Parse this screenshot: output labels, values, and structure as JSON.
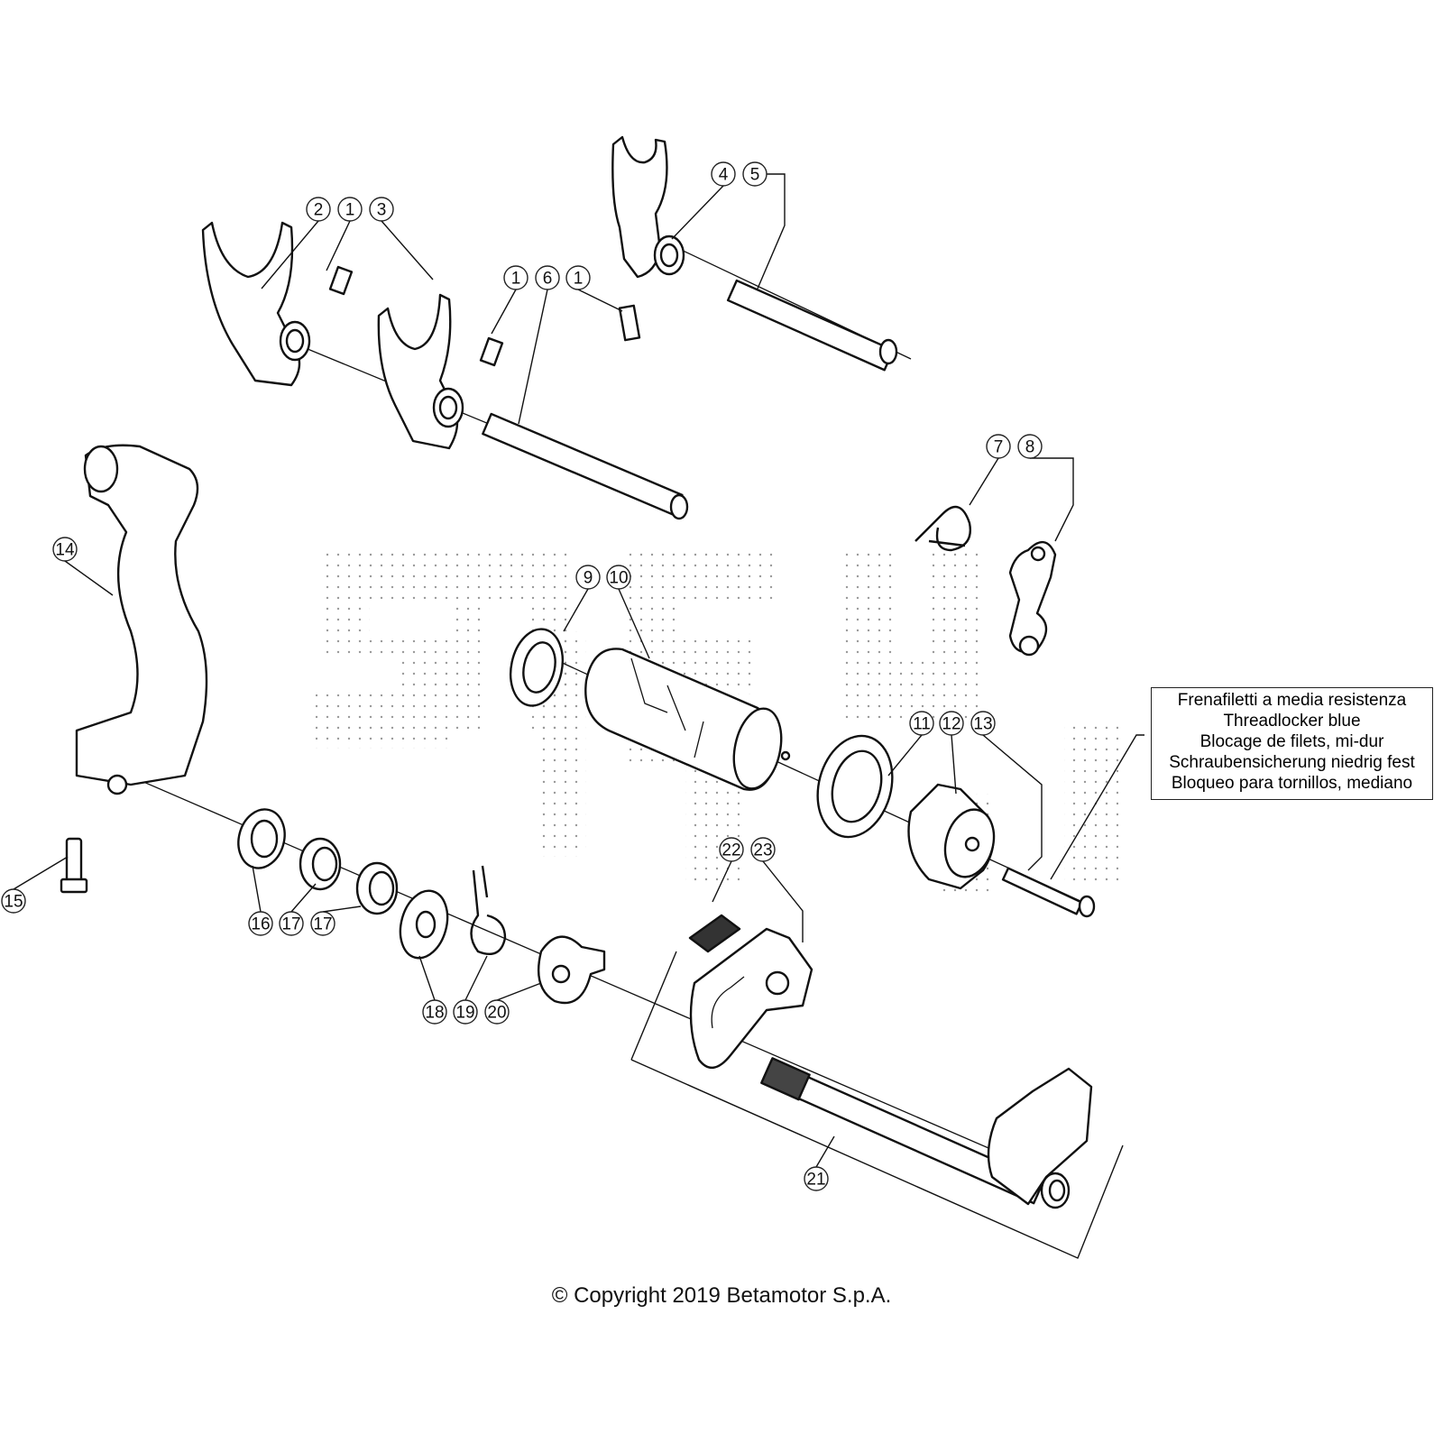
{
  "diagram": {
    "callouts": [
      {
        "id": "c2",
        "label": "2"
      },
      {
        "id": "c1a",
        "label": "1"
      },
      {
        "id": "c3",
        "label": "3"
      },
      {
        "id": "c4",
        "label": "4"
      },
      {
        "id": "c5",
        "label": "5"
      },
      {
        "id": "c1b",
        "label": "1"
      },
      {
        "id": "c6",
        "label": "6"
      },
      {
        "id": "c1c",
        "label": "1"
      },
      {
        "id": "c7",
        "label": "7"
      },
      {
        "id": "c8",
        "label": "8"
      },
      {
        "id": "c14",
        "label": "14"
      },
      {
        "id": "c9",
        "label": "9"
      },
      {
        "id": "c10",
        "label": "10"
      },
      {
        "id": "c11",
        "label": "11"
      },
      {
        "id": "c12",
        "label": "12"
      },
      {
        "id": "c13",
        "label": "13"
      },
      {
        "id": "c22",
        "label": "22"
      },
      {
        "id": "c23",
        "label": "23"
      },
      {
        "id": "c15",
        "label": "15"
      },
      {
        "id": "c16",
        "label": "16"
      },
      {
        "id": "c17a",
        "label": "17"
      },
      {
        "id": "c17b",
        "label": "17"
      },
      {
        "id": "c18",
        "label": "18"
      },
      {
        "id": "c19",
        "label": "19"
      },
      {
        "id": "c20",
        "label": "20"
      },
      {
        "id": "c21",
        "label": "21"
      }
    ],
    "note_lines": [
      "Frenafiletti a media resistenza",
      "Threadlocker blue",
      "Blocage de filets, mi-dur",
      "Schraubensicherung niedrig fest",
      "Bloqueo para tornillos, mediano"
    ],
    "copyright": "© Copyright 2019 Betamotor S.p.A."
  }
}
